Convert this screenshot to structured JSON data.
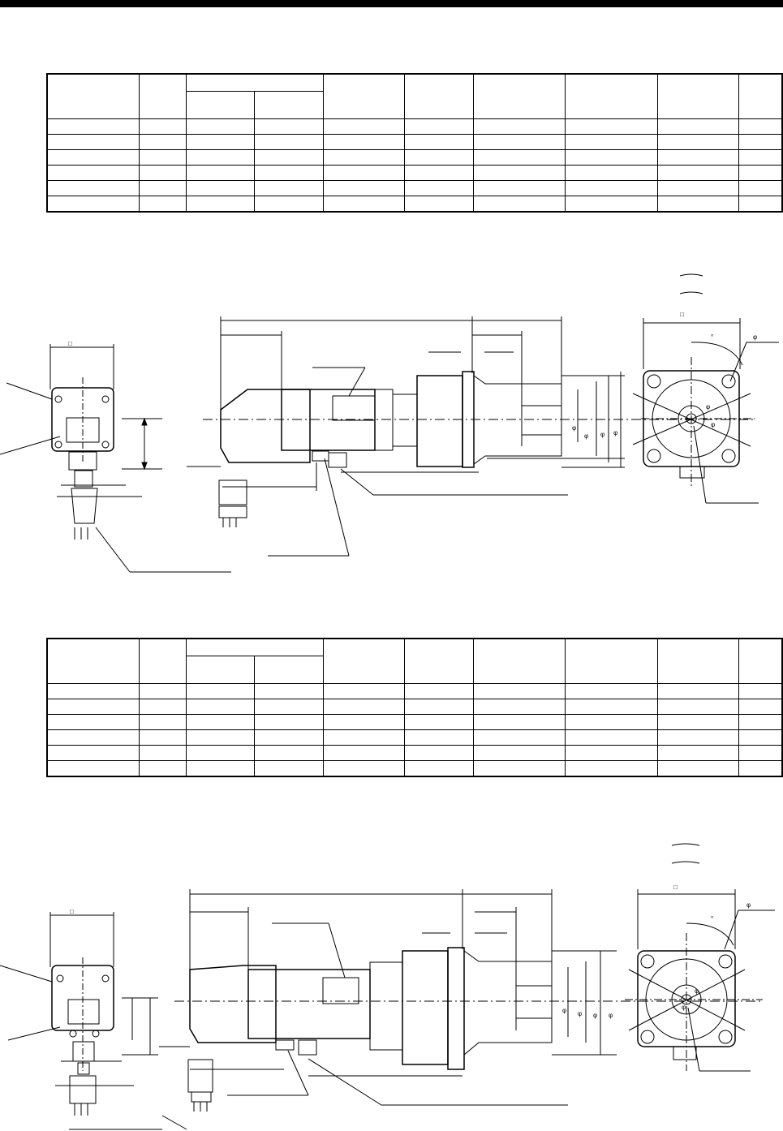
{
  "page": {
    "header_bar_color": "#000000"
  },
  "tables": [
    {
      "id": "table-1",
      "rows": 6,
      "cells": []
    },
    {
      "id": "table-2",
      "rows": 6,
      "cells": []
    }
  ],
  "drawings": [
    {
      "id": "drawing-1",
      "icon": "geared-servo-motor-outline-drawing",
      "labels": [
        "□",
        "□",
        "φ",
        "φ",
        "φ",
        "φ",
        "φ",
        "φ",
        "φ",
        "°"
      ]
    },
    {
      "id": "drawing-2",
      "icon": "geared-servo-motor-outline-drawing",
      "labels": [
        "□",
        "□",
        "φ",
        "φ",
        "φ",
        "φ",
        "φ",
        "φ",
        "φ",
        "°"
      ]
    }
  ]
}
